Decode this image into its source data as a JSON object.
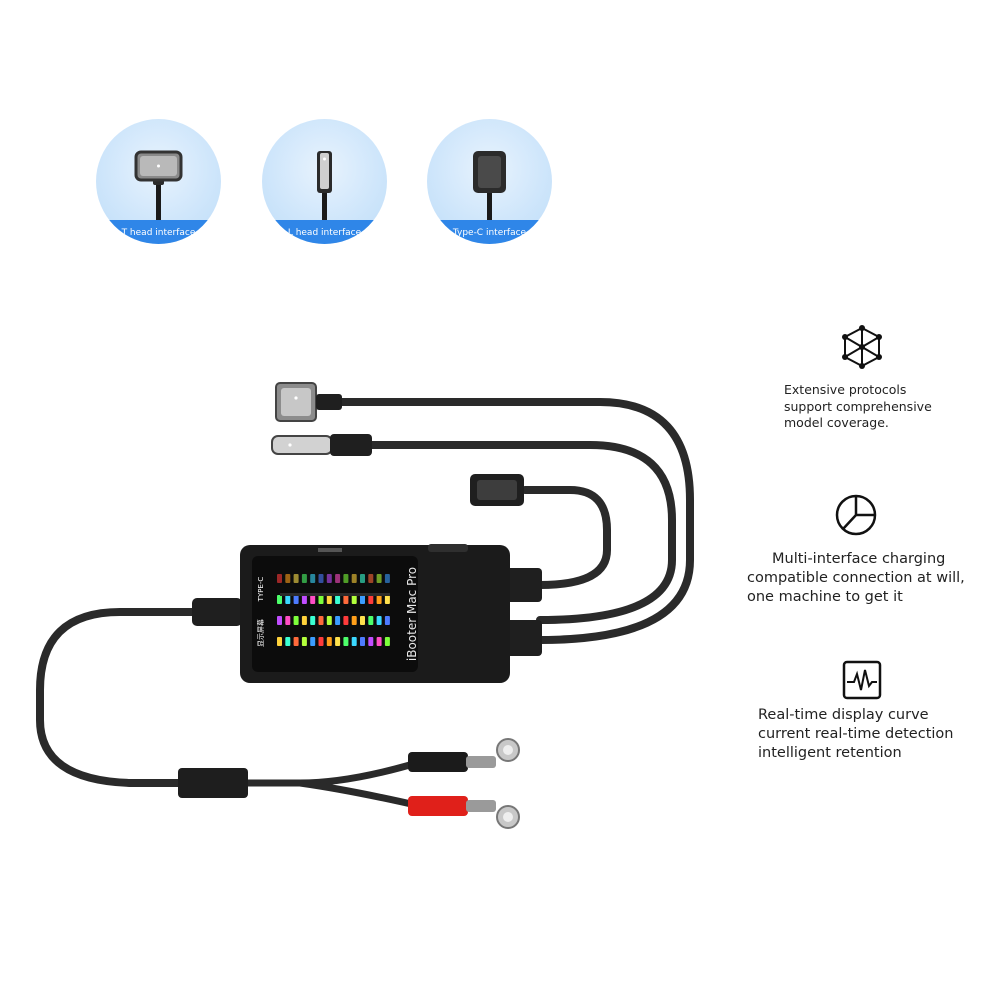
{
  "interfaces": [
    {
      "caption": "T head interface",
      "icon": "t-head-connector-icon"
    },
    {
      "caption": "L head interface",
      "icon": "l-head-connector-icon"
    },
    {
      "caption": "Type-C interface",
      "icon": "type-c-connector-icon"
    }
  ],
  "device": {
    "brand_label": "iBooter Mac Pro",
    "port_label": "TYPE-C",
    "side_label": "显示屏幕"
  },
  "features": [
    {
      "icon": "network-hexagon-icon",
      "lines": [
        "Extensive protocols",
        "support comprehensive",
        "model coverage."
      ]
    },
    {
      "icon": "pie-chart-icon",
      "lines": [
        "Multi-interface charging",
        "compatible connection at will,",
        "one machine to get it"
      ]
    },
    {
      "icon": "waveform-monitor-icon",
      "lines": [
        "Real-time display curve",
        "current real-time detection",
        "intelligent retention"
      ]
    }
  ],
  "colors": {
    "circle_band": "#2f86e8",
    "device_body": "#1b1b1b",
    "cable": "#2a2a2a",
    "probe_red": "#e0201a"
  }
}
